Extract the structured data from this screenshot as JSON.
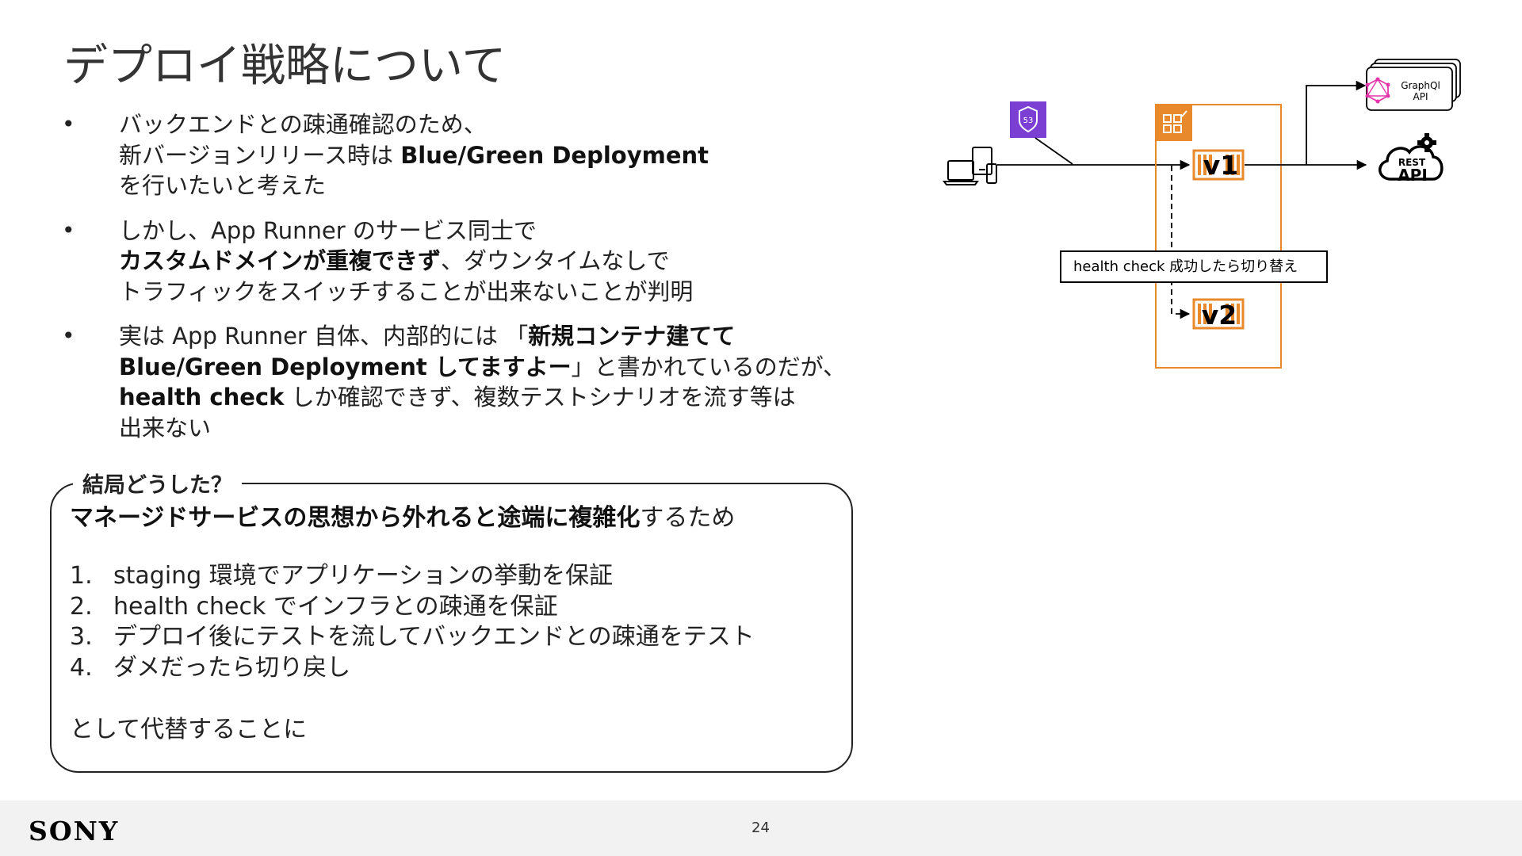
{
  "title": "デプロイ戦略について",
  "bullets": [
    {
      "lines": [
        [
          {
            "t": "バックエンドとの疎通確認のため、",
            "b": false
          }
        ],
        [
          {
            "t": "新バージョンリリース時は ",
            "b": false
          },
          {
            "t": "Blue/Green Deployment",
            "b": true
          }
        ],
        [
          {
            "t": "を行いたいと考えた",
            "b": false
          }
        ]
      ]
    },
    {
      "lines": [
        [
          {
            "t": "しかし、App Runner のサービス同士で",
            "b": false
          }
        ],
        [
          {
            "t": "カスタムドメインが重複できず",
            "b": true
          },
          {
            "t": "、ダウンタイムなしで",
            "b": false
          }
        ],
        [
          {
            "t": "トラフィックをスイッチすることが出来ないことが判明",
            "b": false
          }
        ]
      ]
    },
    {
      "lines": [
        [
          {
            "t": "実は App Runner 自体、内部的には 「",
            "b": false
          },
          {
            "t": "新規コンテナ建てて",
            "b": true
          }
        ],
        [
          {
            "t": "Blue/Green Deployment してますよー",
            "b": true
          },
          {
            "t": "」と書かれているのだが、",
            "b": false
          }
        ],
        [
          {
            "t": "health check",
            "b": true
          },
          {
            "t": " しか確認できず、複数テストシナリオを流す等は",
            "b": false
          }
        ],
        [
          {
            "t": "出来ない",
            "b": false
          }
        ]
      ]
    }
  ],
  "conclusion": {
    "legend": "結局どうした？",
    "heading_bold": "マネージドサービスの思想から外れると途端に複雑化",
    "heading_rest": "するため",
    "steps": [
      {
        "num": "1.",
        "text": "staging 環境でアプリケーションの挙動を保証"
      },
      {
        "num": "2.",
        "text": "health check でインフラとの疎通を保証"
      },
      {
        "num": "3.",
        "text": "デプロイ後にテストを流してバックエンドとの疎通をテスト"
      },
      {
        "num": "4.",
        "text": "ダメだったら切り戻し"
      }
    ],
    "footer": "として代替することに"
  },
  "diagram": {
    "v1": "v1",
    "v2": "v2",
    "route53": "53",
    "health_label": "health check 成功したら切り替え",
    "graphql_line1": "GraphQl",
    "graphql_line2": "API",
    "rest_line1": "REST",
    "rest_line2": "API",
    "colors": {
      "orange": "#e8892b",
      "purple": "#7b3fd4",
      "graphql": "#e535ab"
    }
  },
  "footer": {
    "logo": "SONY",
    "page": "24"
  }
}
